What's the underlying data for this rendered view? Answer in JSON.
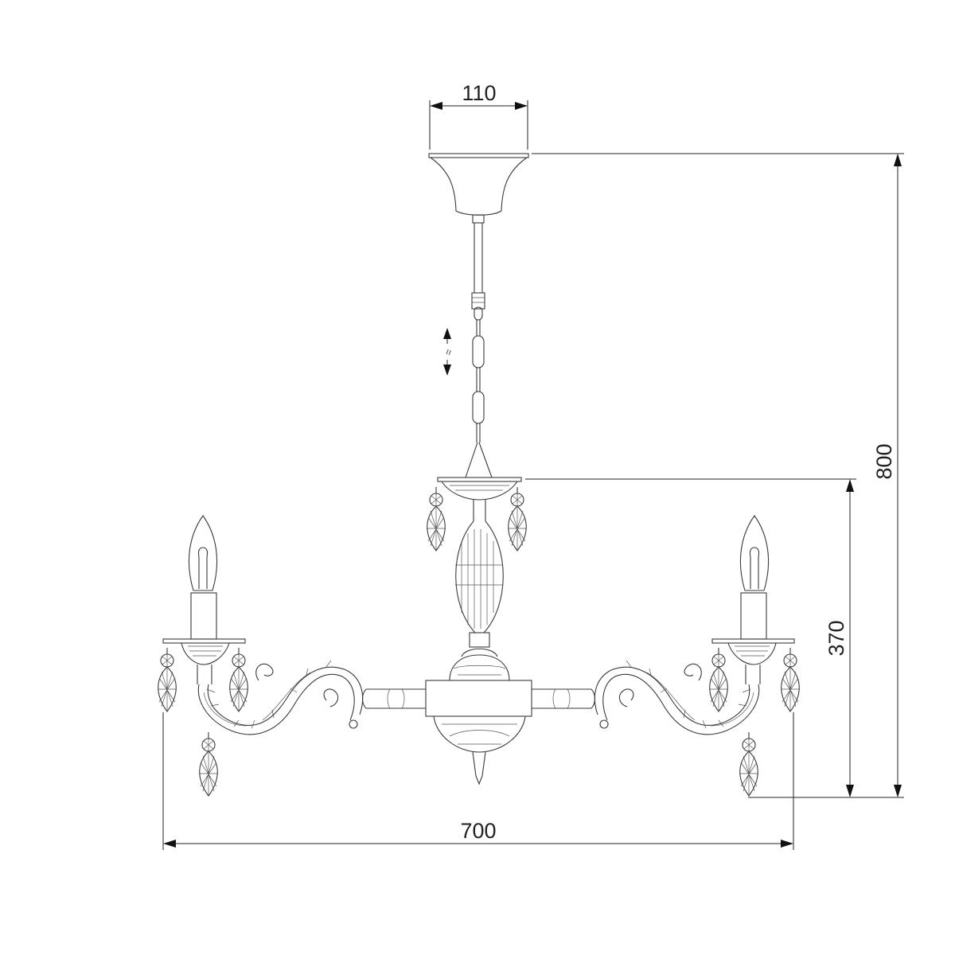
{
  "drawing": {
    "subject": "chandelier",
    "dimensions": {
      "canopy_width": "110",
      "total_width": "700",
      "body_height": "370",
      "total_height": "800"
    },
    "chain_symbol": "="
  },
  "colors": {
    "line": "#3a3a3a",
    "background": "#ffffff"
  }
}
